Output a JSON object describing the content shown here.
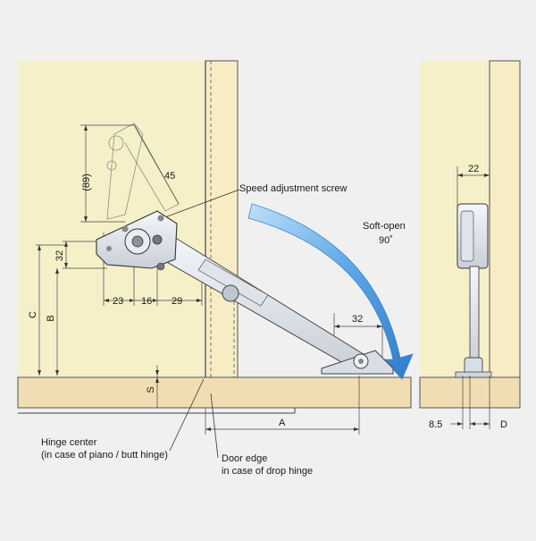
{
  "labels": {
    "speed_adjustment_screw": "Speed adjustment screw",
    "soft_open": "Soft-open",
    "angle_90": "90˚",
    "hinge_center_line1": "Hinge center",
    "hinge_center_line2": "(in case of piano / butt hinge)",
    "door_edge_line1": "Door edge",
    "door_edge_line2": "in case of drop hinge"
  },
  "dimensions": {
    "dim_89": "(89)",
    "dim_45": "45",
    "dim_32_vertical": "32",
    "dim_23": "23",
    "dim_16": "16",
    "dim_29": "29",
    "dim_C": "C",
    "dim_B": "B",
    "dim_S": "S",
    "dim_A": "A",
    "dim_32_horizontal": "32",
    "dim_22": "22",
    "dim_8_5": "8.5",
    "dim_D": "D"
  },
  "colors": {
    "panel": "#f6f0c8",
    "panel_edge": "#f8ecc4",
    "door": "#f0deb2",
    "background": "#f0f0f0",
    "line": "#3a3a3a",
    "arrow": "#4a90d0",
    "arrow_light": "#9cc8ee",
    "metal": "#e6eaf0"
  }
}
